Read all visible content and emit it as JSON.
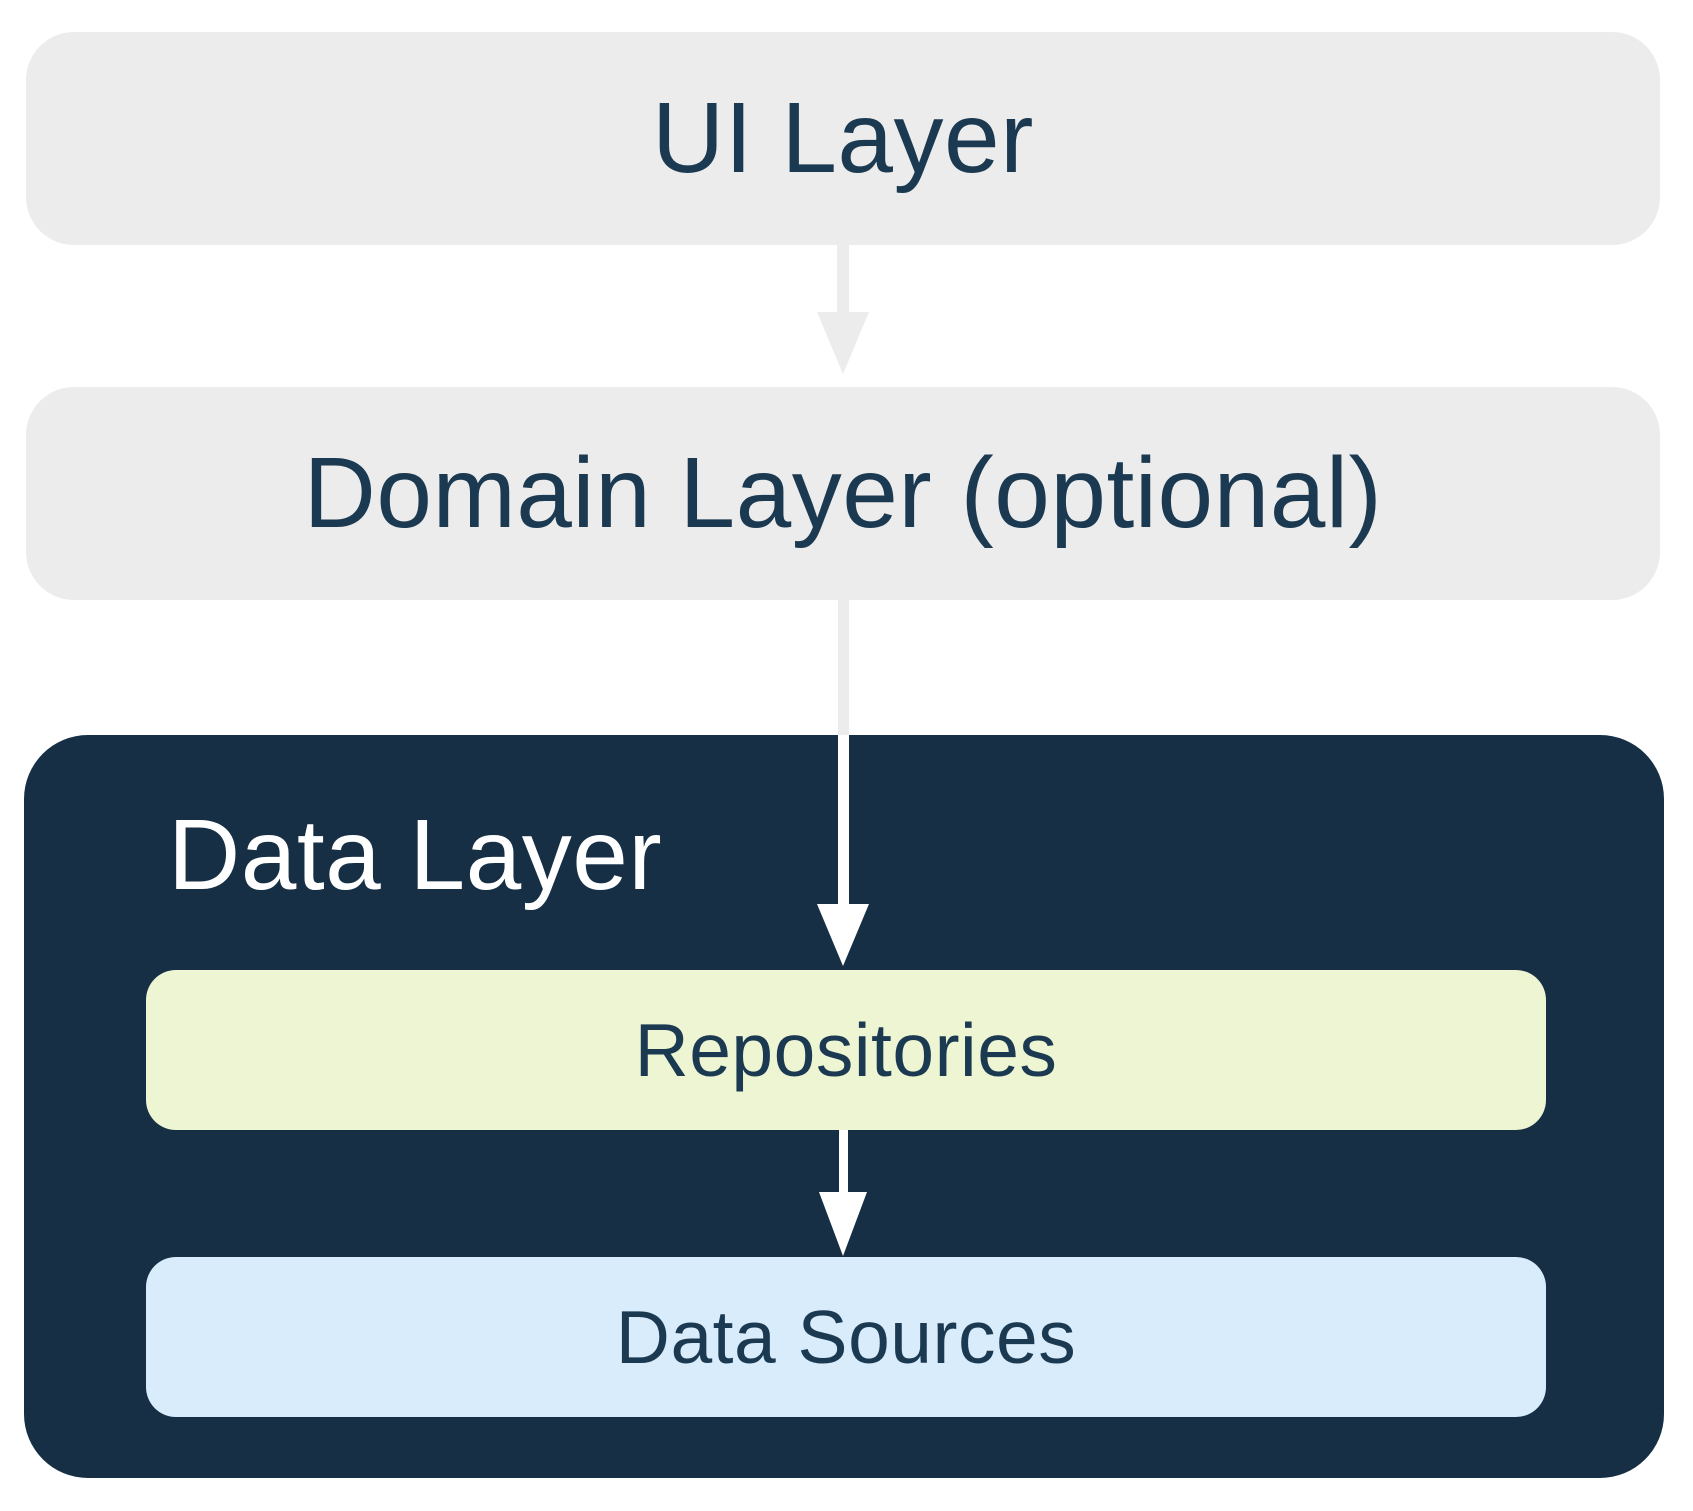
{
  "nodes": {
    "ui_layer": {
      "label": "UI Layer",
      "bg": "#ECECEC",
      "text_color": "#1B3A52"
    },
    "domain_layer": {
      "label": "Domain Layer (optional)",
      "bg": "#ECECEC",
      "text_color": "#1B3A52"
    },
    "data_layer": {
      "label": "Data Layer",
      "bg": "#162F44",
      "text_color": "#FFFFFF"
    },
    "repositories": {
      "label": "Repositories",
      "bg": "#EEF5D3",
      "text_color": "#1B3A52"
    },
    "data_sources": {
      "label": "Data Sources",
      "bg": "#D9ECFC",
      "text_color": "#1B3A52"
    }
  },
  "arrows": [
    {
      "name": "ui-layer-to-domain-layer",
      "color": "#ECECEC"
    },
    {
      "name": "domain-layer-to-repositories",
      "color_outside_data_layer": "#ECECEC",
      "color_inside_data_layer": "#FFFFFF"
    },
    {
      "name": "repositories-to-data-sources",
      "color": "#FFFFFF"
    }
  ]
}
